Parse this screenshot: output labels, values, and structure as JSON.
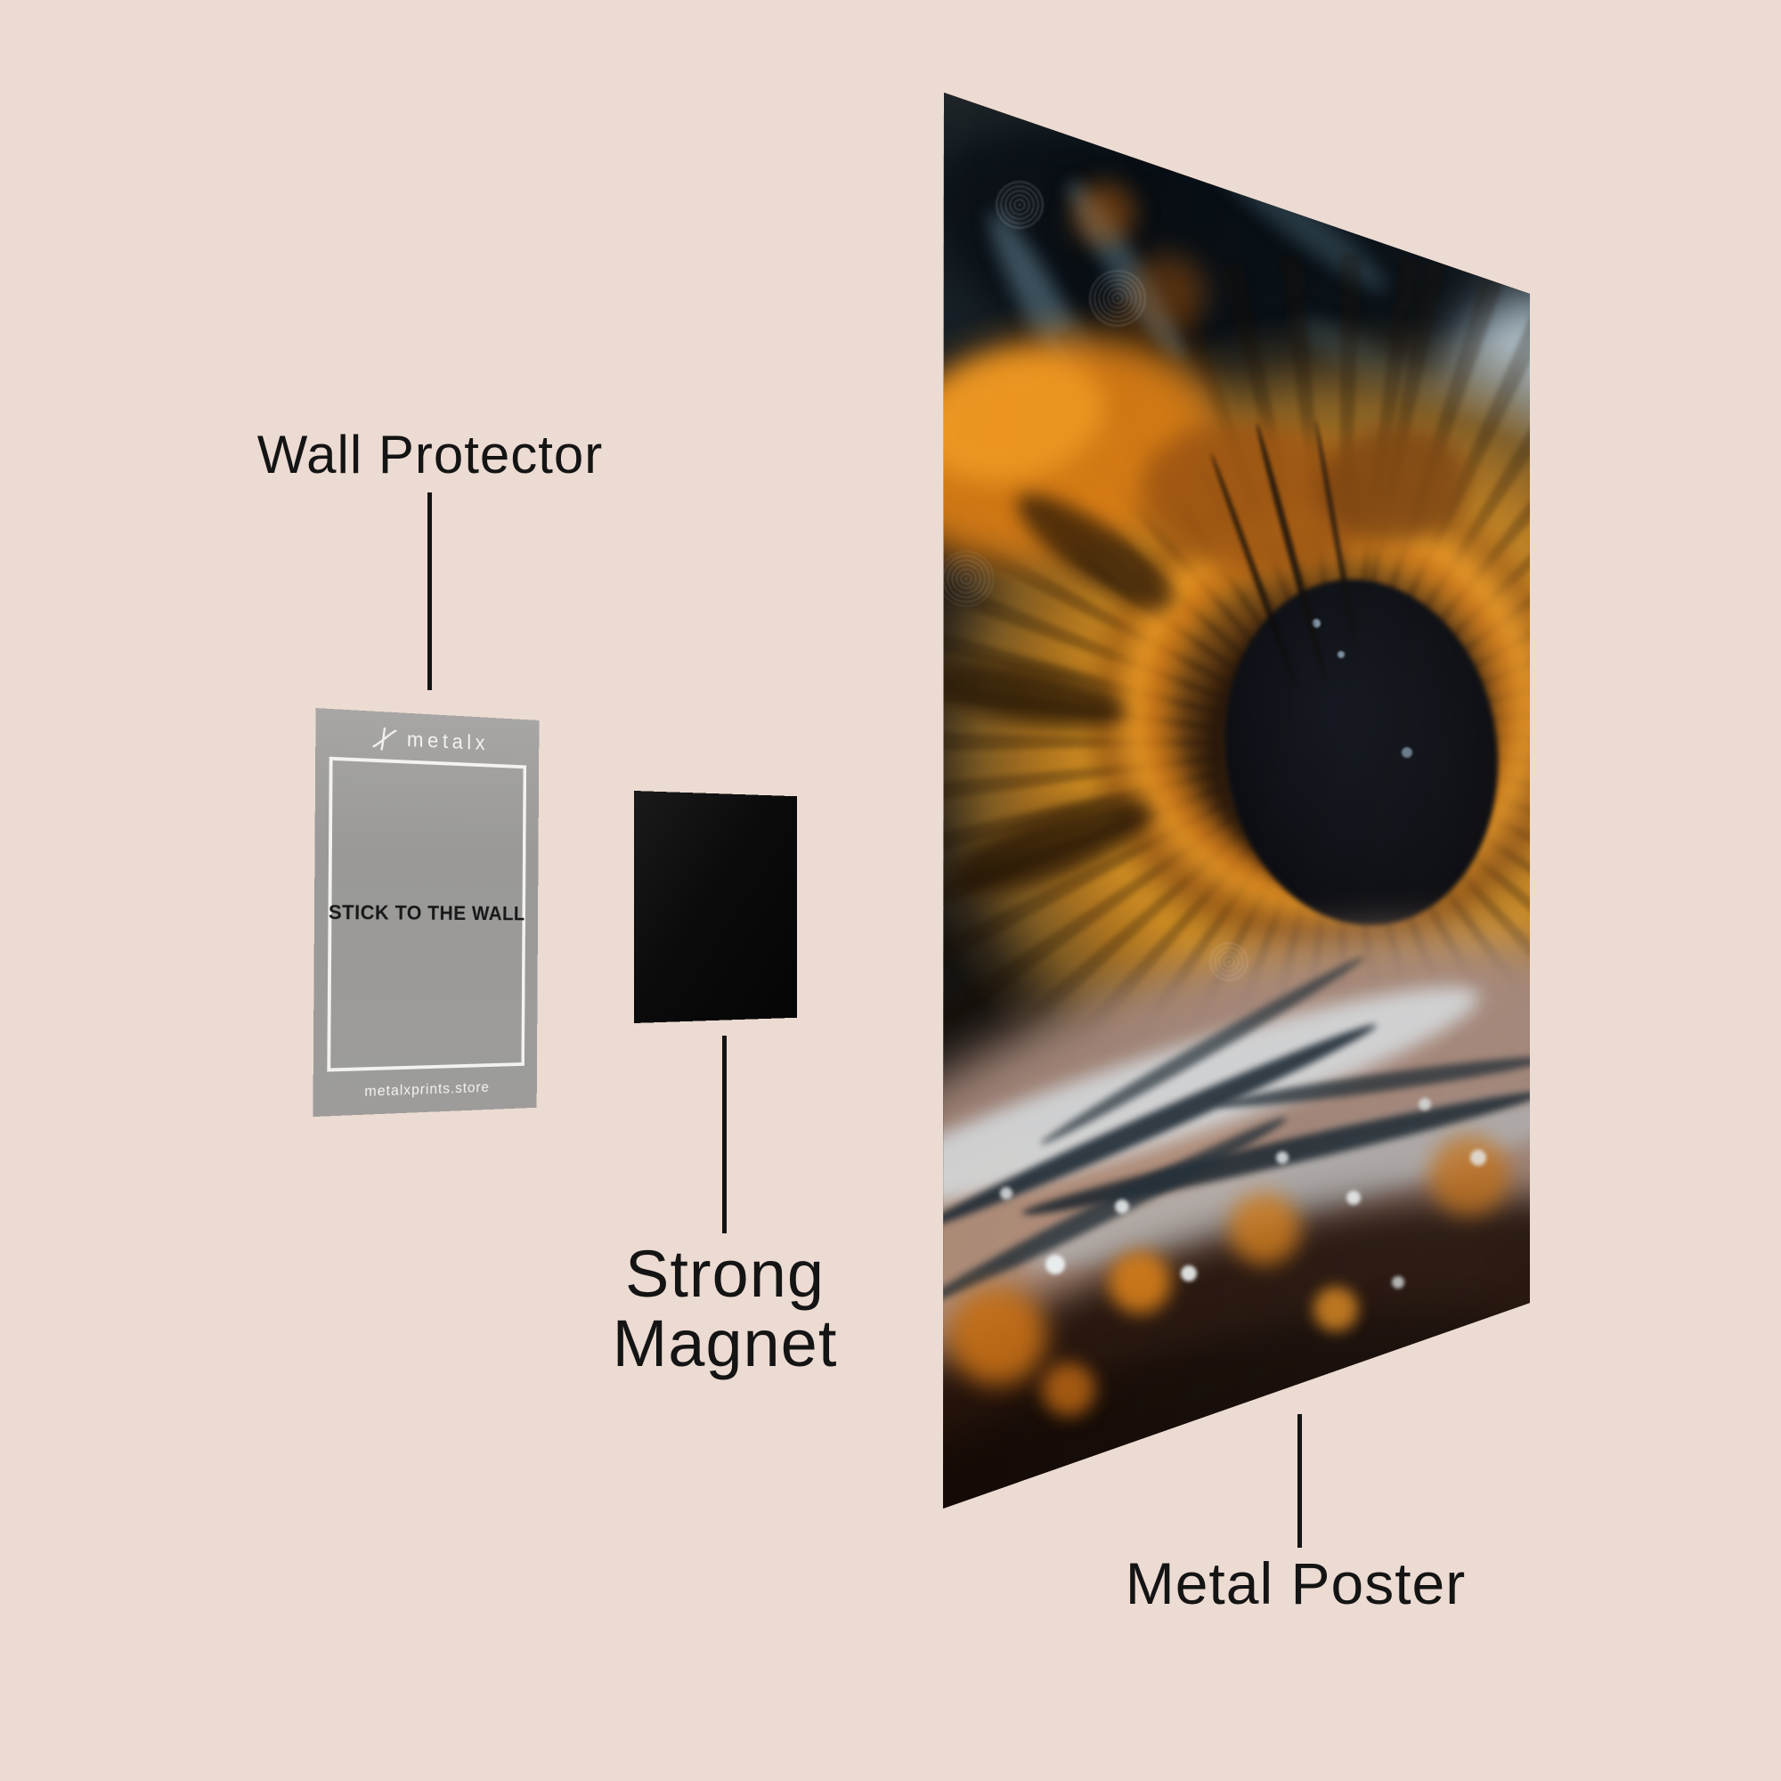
{
  "palette": {
    "bg": "#ECDBD2",
    "ink": "#141414",
    "card_gray": "#9D9C9A",
    "card_white": "#F3F2F0",
    "magnet": "#0B0B0B",
    "poster_amber": "#C9881F",
    "poster_dark_lash": "#0B1218",
    "poster_lid_gloss": "#D7DDE0"
  },
  "labels": {
    "wall_protector": "Wall Protector",
    "strong_magnet": {
      "text": "Strong Magnet",
      "lines": [
        "Strong",
        "Magnet"
      ]
    },
    "metal_poster": "Metal Poster"
  },
  "wall_protector_card": {
    "logo_text": "metalx",
    "center_text": "STICK TO THE WALL",
    "footer_text": "metalxprints.store"
  }
}
